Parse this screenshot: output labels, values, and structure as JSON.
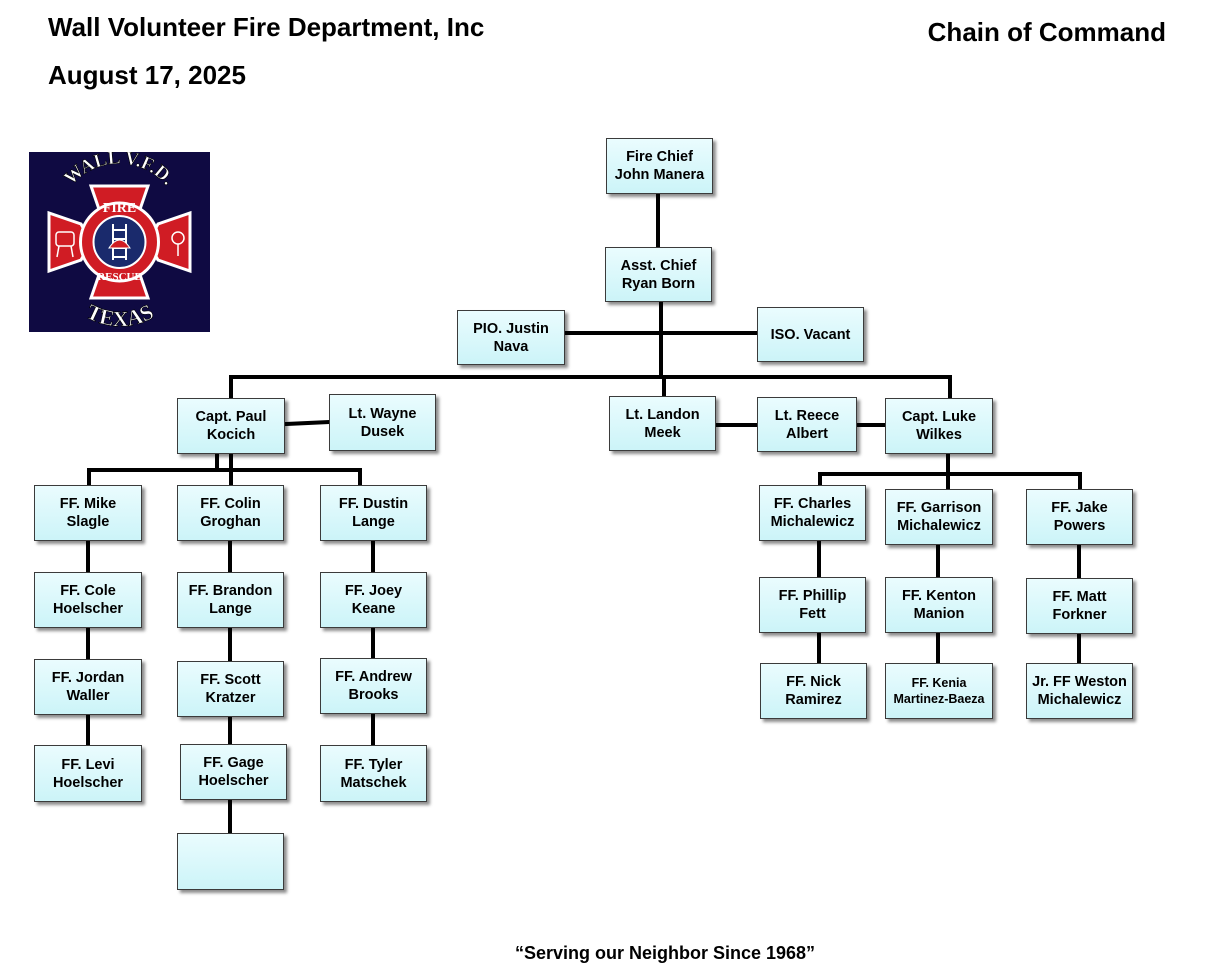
{
  "header": {
    "org_name": "Wall Volunteer Fire Department, Inc",
    "date": "August 17, 2025",
    "chart_title": "Chain of Command"
  },
  "logo": {
    "top_text": "WALL V.F.D.",
    "fire": "FIRE",
    "rescue": "RESCUE",
    "bottom_text": "TEXAS",
    "colors": {
      "background": "#0f0a42",
      "cross": "#d01c24",
      "ring": "#1a2a6c"
    }
  },
  "colors": {
    "box_fill_top": "#eafcfe",
    "box_fill_bottom": "#ccf4f8",
    "border": "#3b3b3b",
    "line": "#000000"
  },
  "positions": {
    "chief": "Fire Chief\nJohn Manera",
    "asst_chief": "Asst. Chief\nRyan Born",
    "pio": "PIO. Justin\nNava",
    "iso": "ISO. Vacant",
    "capt_paul": "Capt. Paul\nKocich",
    "lt_wayne": "Lt. Wayne\nDusek",
    "lt_landon": "Lt. Landon\nMeek",
    "lt_reece": "Lt. Reece\nAlbert",
    "capt_luke": "Capt. Luke\nWilkes",
    "ff_mike": "FF. Mike\nSlagle",
    "ff_colin": "FF. Colin\nGroghan",
    "ff_dustin": "FF. Dustin\nLange",
    "ff_cole": "FF. Cole\nHoelscher",
    "ff_brandon": "FF. Brandon\nLange",
    "ff_joey": "FF. Joey\nKeane",
    "ff_jordan": "FF. Jordan\nWaller",
    "ff_scott": "FF. Scott\nKratzer",
    "ff_andrew": "FF. Andrew\nBrooks",
    "ff_levi": "FF. Levi\nHoelscher",
    "ff_gage": "FF. Gage\nHoelscher",
    "ff_tyler": "FF. Tyler\nMatschek",
    "vacant_slot": "",
    "ff_charles": "FF. Charles\nMichalewicz",
    "ff_garrison": "FF. Garrison\nMichalewicz",
    "ff_jake": "FF. Jake\nPowers",
    "ff_phillip": "FF. Phillip\nFett",
    "ff_kenton": "FF. Kenton\nManion",
    "ff_matt": "FF. Matt\nForkner",
    "ff_nick": "FF. Nick\nRamirez",
    "ff_kenia": "FF. Kenia\nMartinez-Baeza",
    "jr_weston": "Jr. FF Weston\nMichalewicz"
  },
  "footer": "“Serving our Neighbor Since 1968”"
}
